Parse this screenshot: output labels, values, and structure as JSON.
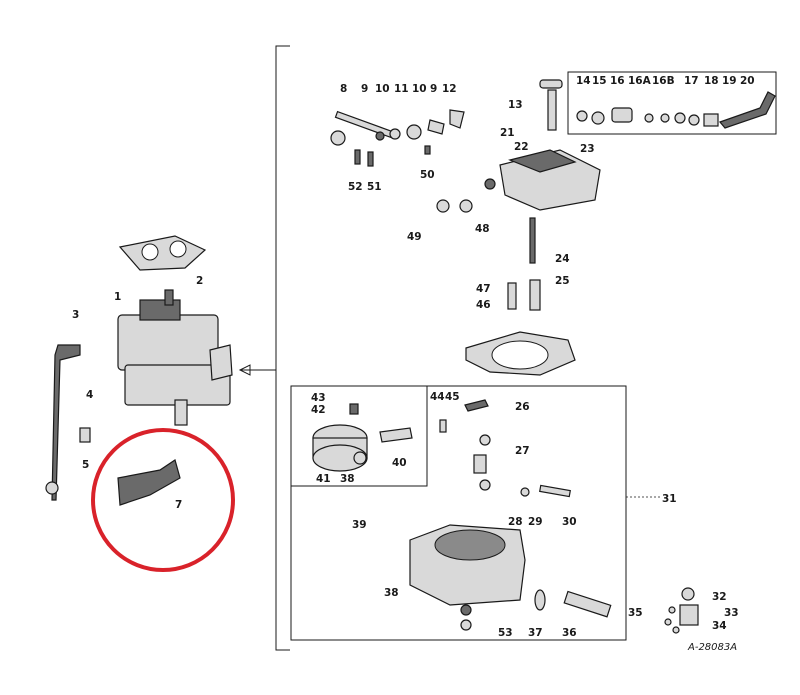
{
  "labels": {
    "p1": "1",
    "p2": "2",
    "p3": "3",
    "p4": "4",
    "p5": "5",
    "p7": "7",
    "p8": "8",
    "p9a": "9",
    "p10a": "10",
    "p11": "11",
    "p10b": "10",
    "p9b": "9",
    "p12": "12",
    "p13": "13",
    "p14": "14",
    "p15": "15",
    "p16": "16",
    "p16a": "16A",
    "p16b": "16B",
    "p17": "17",
    "p18": "18",
    "p19": "19",
    "p20": "20",
    "p21": "21",
    "p22": "22",
    "p23": "23",
    "p24": "24",
    "p25": "25",
    "p26": "26",
    "p27": "27",
    "p28": "28",
    "p29": "29",
    "p30": "30",
    "p31": "31",
    "p32": "32",
    "p33": "33",
    "p34": "34",
    "p35": "35",
    "p36": "36",
    "p37": "37",
    "p38a": "38",
    "p38b": "38",
    "p39": "39",
    "p40": "40",
    "p41": "41",
    "p42": "42",
    "p43": "43",
    "p44": "44",
    "p45": "45",
    "p46": "46",
    "p47": "47",
    "p48": "48",
    "p49": "49",
    "p50": "50",
    "p51": "51",
    "p52": "52",
    "p53": "53"
  },
  "reference_code": "A-28083A",
  "highlight": {
    "color": "#d9222a",
    "target_part": "7"
  }
}
